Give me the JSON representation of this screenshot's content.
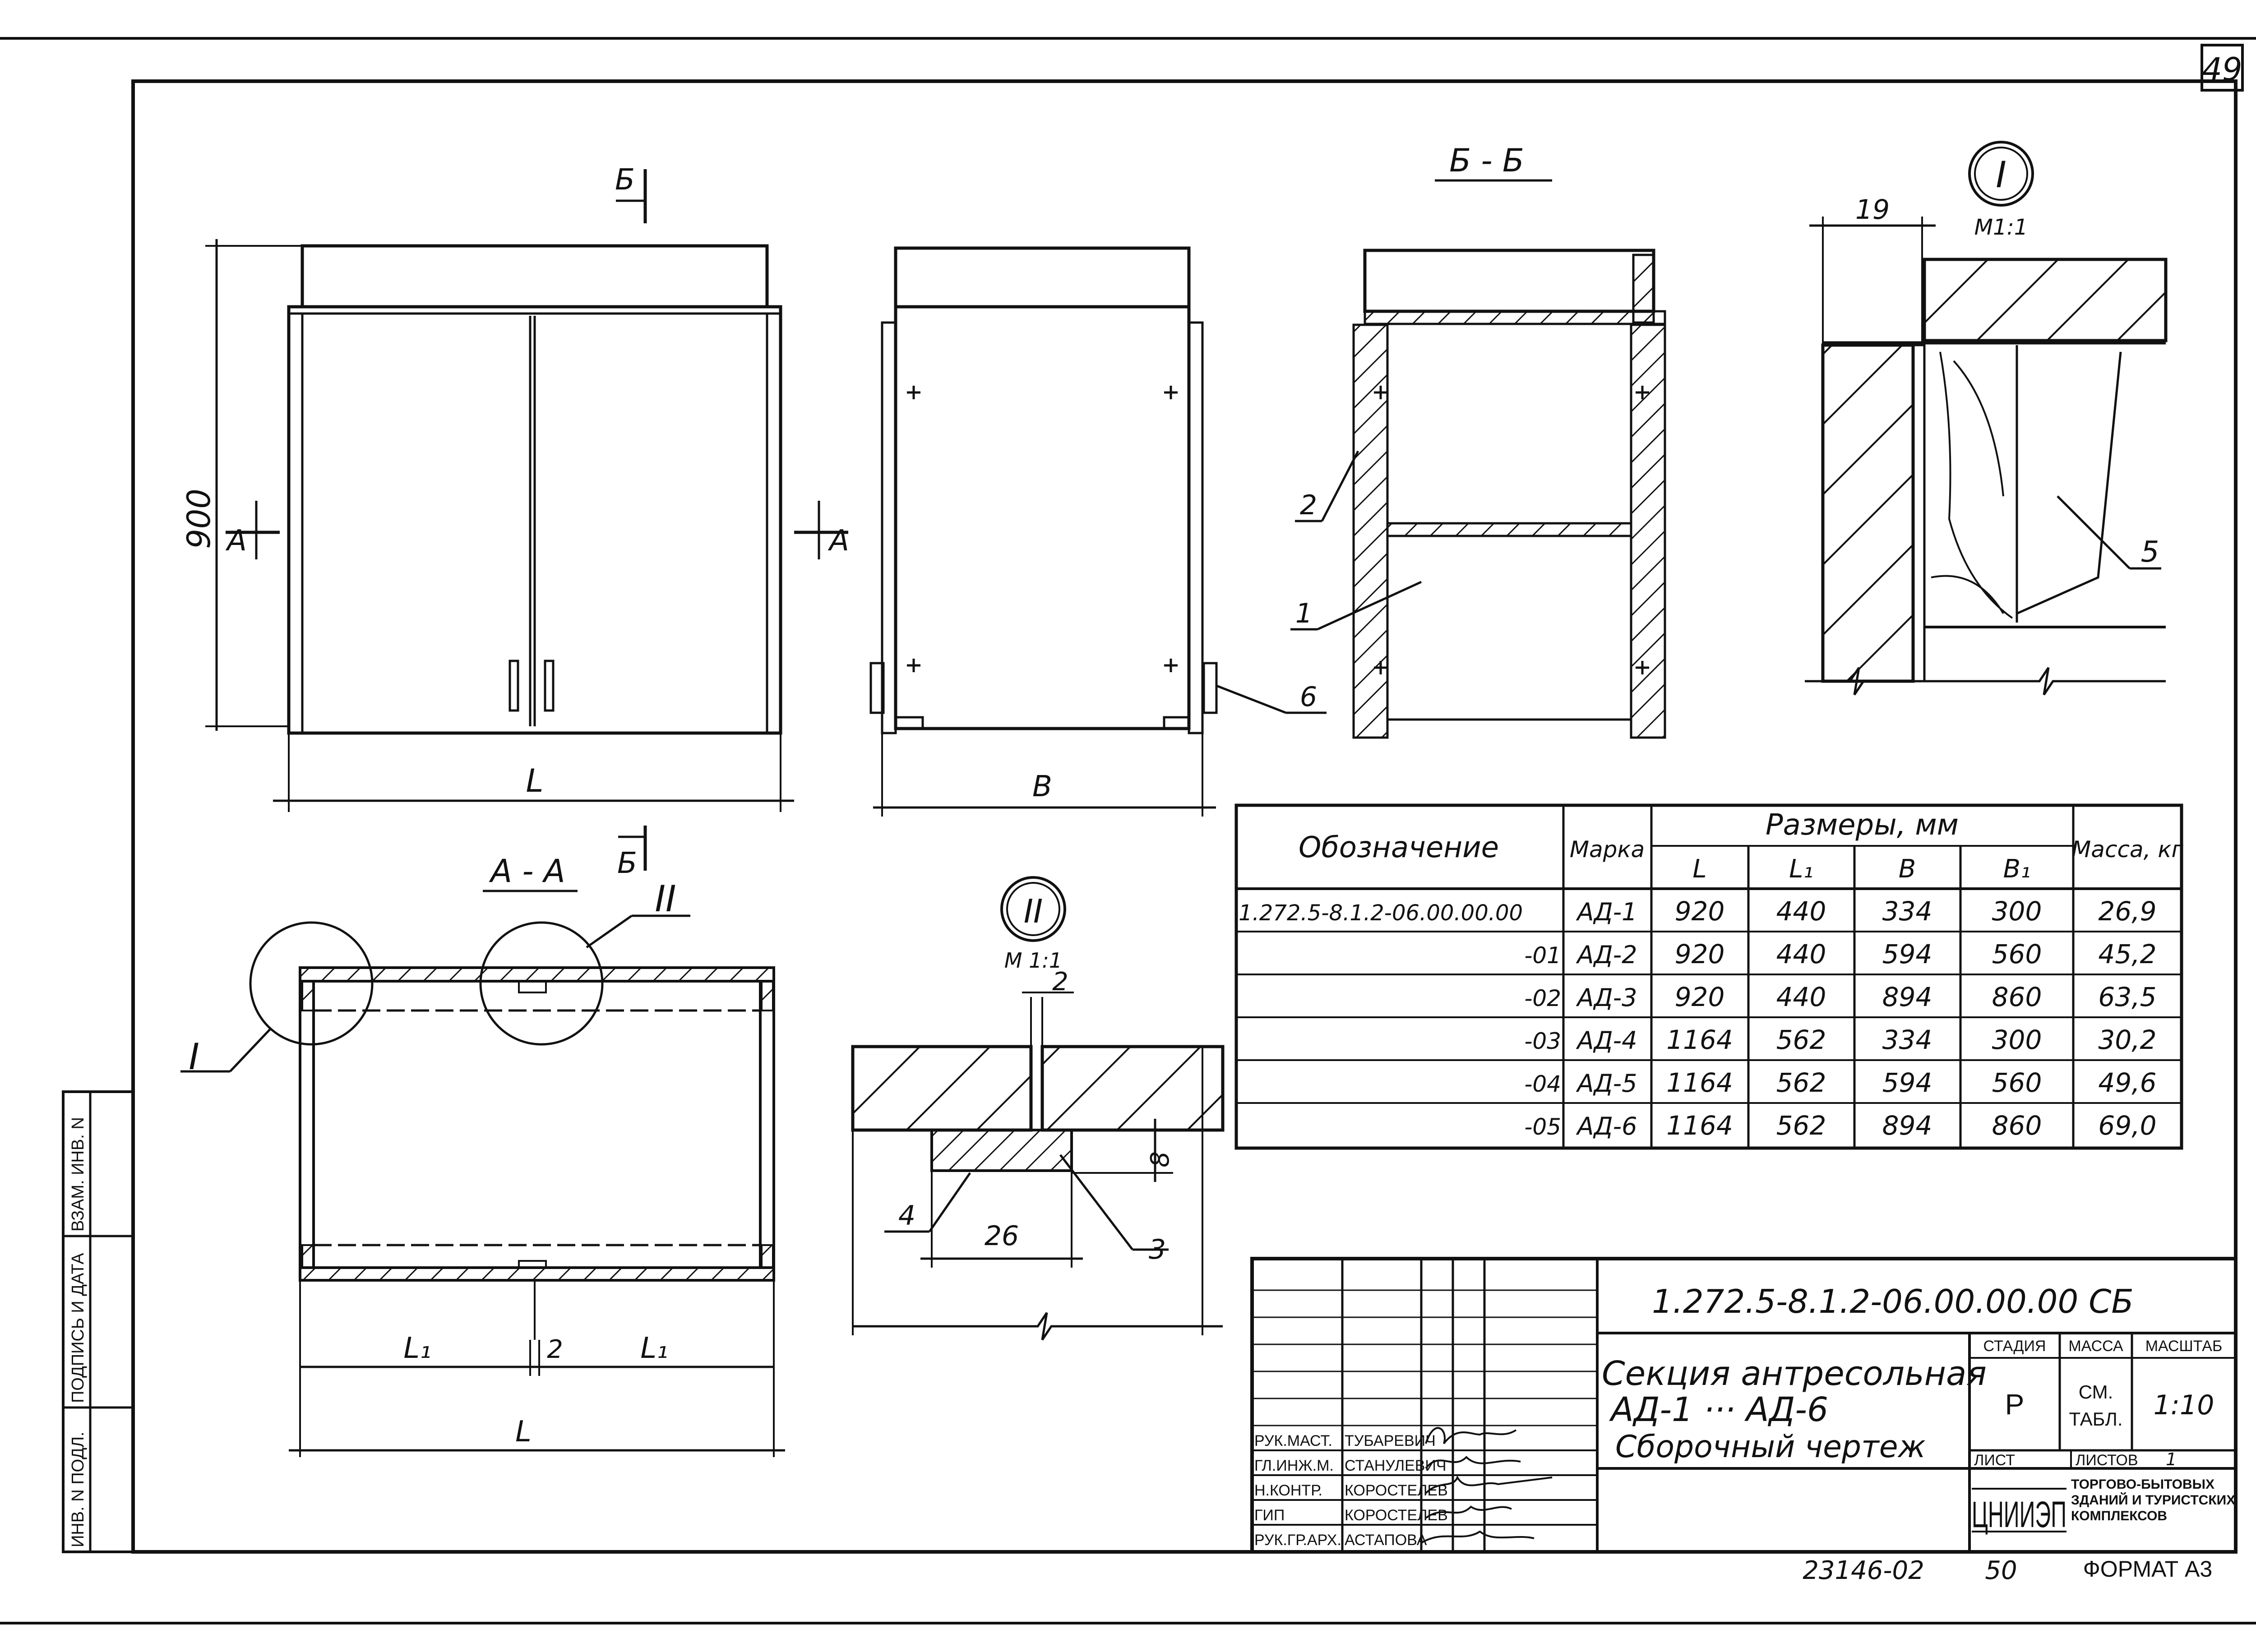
{
  "sheet": {
    "page_number": "49",
    "footer_number": "23146-02",
    "footer_page": "50",
    "format": "ФОРМАТ А3"
  },
  "front_view": {
    "height_dim": "900",
    "width_dim": "L",
    "section_mark_top": "Б",
    "section_mark_bottom": "Б",
    "section_mark_left": "А",
    "section_mark_right": "А"
  },
  "side_view": {
    "width_dim": "B",
    "callout_6": "6"
  },
  "section_bb": {
    "title": "Б - Б",
    "callout_1": "1",
    "callout_2": "2"
  },
  "detail_1": {
    "title": "I",
    "scale": "М1:1",
    "dim_19": "19",
    "callout_5": "5"
  },
  "section_aa": {
    "title": "А - А",
    "detail_ref_1": "I",
    "detail_ref_2": "II",
    "dim_l1_left": "L₁",
    "dim_gap": "2",
    "dim_l1_right": "L₁",
    "dim_total": "L",
    "section_mark": "Б"
  },
  "detail_2": {
    "title": "II",
    "scale": "М 1:1",
    "dim_2": "2",
    "dim_8": "8",
    "dim_26": "26",
    "callout_3": "3",
    "callout_4": "4"
  },
  "table": {
    "headers": {
      "designation": "Обозначение",
      "mark": "Марка",
      "sizes": "Размеры, мм",
      "L": "L",
      "L1": "L₁",
      "B": "B",
      "B1": "B₁",
      "mass": "Масса, кг"
    },
    "rows": [
      {
        "designation": "1.272.5-8.1.2-06.00.00.00",
        "mark": "АД-1",
        "L": "920",
        "L1": "440",
        "B": "334",
        "B1": "300",
        "mass": "26,9"
      },
      {
        "designation": "-01",
        "mark": "АД-2",
        "L": "920",
        "L1": "440",
        "B": "594",
        "B1": "560",
        "mass": "45,2"
      },
      {
        "designation": "-02",
        "mark": "АД-3",
        "L": "920",
        "L1": "440",
        "B": "894",
        "B1": "860",
        "mass": "63,5"
      },
      {
        "designation": "-03",
        "mark": "АД-4",
        "L": "1164",
        "L1": "562",
        "B": "334",
        "B1": "300",
        "mass": "30,2"
      },
      {
        "designation": "-04",
        "mark": "АД-5",
        "L": "1164",
        "L1": "562",
        "B": "594",
        "B1": "560",
        "mass": "49,6"
      },
      {
        "designation": "-05",
        "mark": "АД-6",
        "L": "1164",
        "L1": "562",
        "B": "894",
        "B1": "860",
        "mass": "69,0"
      }
    ]
  },
  "title_block": {
    "doc_code": "1.272.5-8.1.2-06.00.00.00 СБ",
    "title_line1": "Секция антресольная",
    "title_line2": "АД-1 ··· АД-6",
    "title_line3": "Сборочный чертеж",
    "stage_label": "СТАДИЯ",
    "mass_label": "МАССА",
    "scale_label": "МАСШТАБ",
    "stage_value": "Р",
    "mass_value_1": "СМ.",
    "mass_value_2": "ТАБЛ.",
    "scale_value": "1:10",
    "sheet_label": "ЛИСТ",
    "sheets_label": "ЛИСТОВ",
    "sheets_value": "1",
    "org_logo": "ЦНИИЭП",
    "org_line1": "ТОРГОВО-БЫТОВЫХ",
    "org_line2": "ЗДАНИЙ И ТУРИСТСКИХ",
    "org_line3": "КОМПЛЕКСОВ",
    "people": [
      {
        "role": "РУК.МАСТ.",
        "name": "ТУБАРЕВИЧ"
      },
      {
        "role": "ГЛ.ИНЖ.М.",
        "name": "СТАНУЛЕВИЧ"
      },
      {
        "role": "Н.КОНТР.",
        "name": "КОРОСТЕЛЕВ"
      },
      {
        "role": "ГИП",
        "name": "КОРОСТЕЛЕВ"
      },
      {
        "role": "РУК.ГР.АРХ.",
        "name": "АСТАПОВА"
      }
    ]
  },
  "side_stamp": {
    "cell1": "ИНВ. N ПОДЛ.",
    "cell2": "ПОДПИСЬ И ДАТА",
    "cell3": "ВЗАМ. ИНВ. N"
  }
}
